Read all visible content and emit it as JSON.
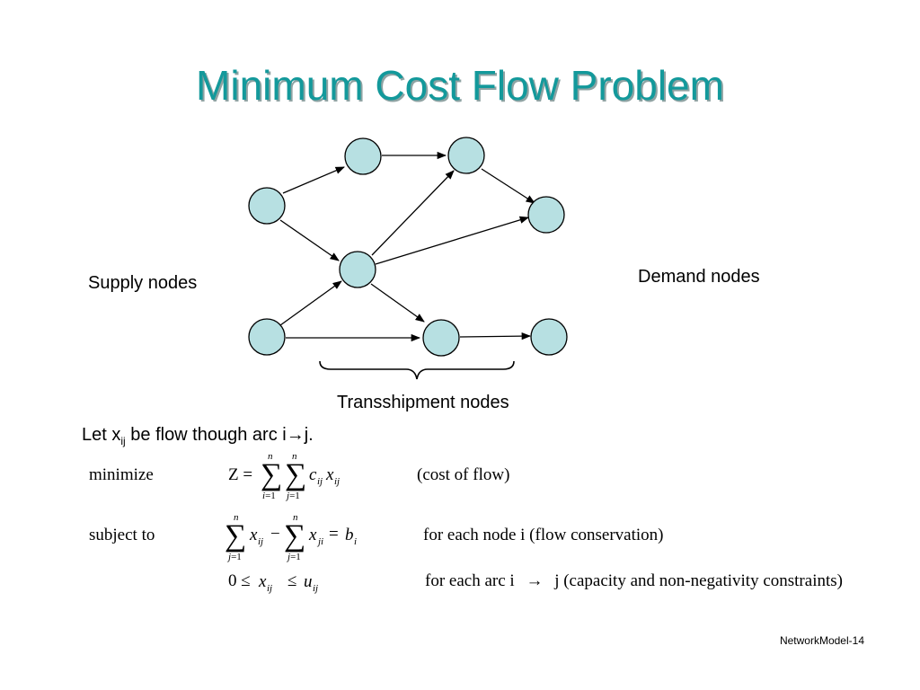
{
  "slide": {
    "title": "Minimum Cost Flow Problem",
    "supply_label": "Supply nodes",
    "demand_label": "Demand nodes",
    "transshipment_label": "Transshipment nodes",
    "intro": {
      "let": "Let x",
      "sub": "ij",
      "rest": " be flow though arc i→j."
    },
    "footer": "NetworkModel-14",
    "accent_color": "#13999b",
    "node_fill": "#b7e0e2"
  },
  "formulation": {
    "minimize_label": "minimize",
    "objective_comment": "(cost of flow)",
    "subject_label": "subject to",
    "conservation_comment": "for each node i (flow conservation)",
    "capacity_comment_prefix": "for each arc i",
    "capacity_comment_suffix": "j (capacity and non-negativity constraints)"
  }
}
